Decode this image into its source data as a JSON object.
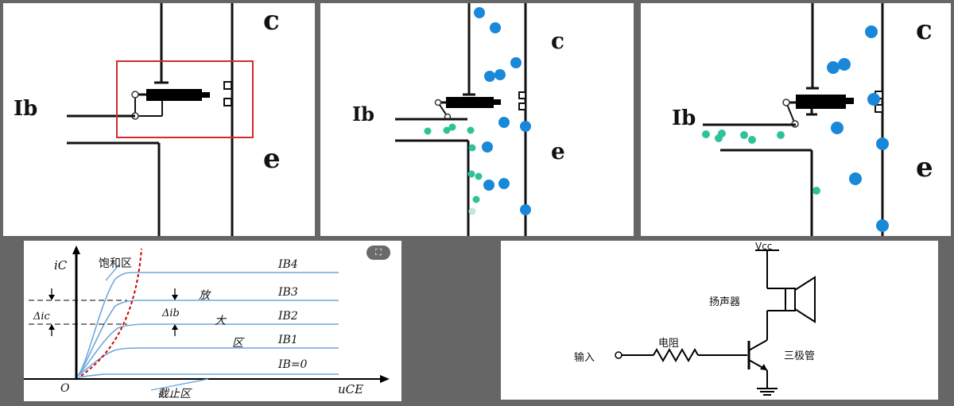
{
  "panel1": {
    "label_c": "c",
    "label_e": "e",
    "label_ib": "Ib"
  },
  "panel2": {
    "label_c": "c",
    "label_e": "e",
    "label_ib": "Ib"
  },
  "panel3": {
    "label_c": "c",
    "label_e": "e",
    "label_ib": "Ib"
  },
  "chart": {
    "y_axis_label": "iC",
    "x_axis_label": "uCE",
    "origin_label": "O",
    "saturation_region": "饱和区",
    "cutoff_region": "截止区",
    "active_region_chars": [
      "放",
      "大",
      "区"
    ],
    "delta_ic": "Δic",
    "delta_ib": "Δib",
    "curve_labels": [
      "IB4",
      "IB3",
      "IB2",
      "IB1",
      "IB=0"
    ],
    "colors": {
      "curve": "#6fa8dc",
      "boundary": "#cc0000",
      "axis": "#000000"
    }
  },
  "circuit": {
    "vcc": "Vcc",
    "speaker": "扬声器",
    "resistor": "电阻",
    "input": "输入",
    "transistor": "三极管"
  },
  "colors": {
    "electron_blue": "#1a88d8",
    "electron_green": "#2fc29a",
    "highlight_box": "#d42a2a"
  }
}
